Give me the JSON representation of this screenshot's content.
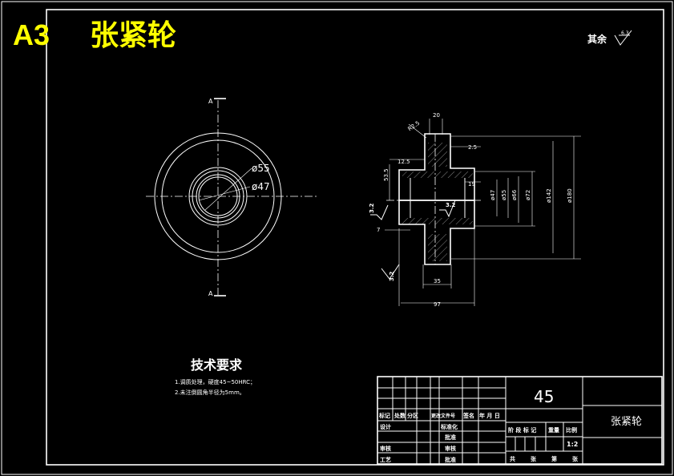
{
  "title": {
    "code": "A3",
    "name": "张紧轮"
  },
  "roughness_note": {
    "label": "其余",
    "value": "6.3"
  },
  "section_label": "A",
  "front_view": {
    "inner_diameter": "ø47",
    "outer_diameter": "ø55"
  },
  "section_dims": {
    "chamfer": "R2.5",
    "top_width": "20",
    "step_2_5": "2.5",
    "left_offset": "12.5",
    "height_53_5": "53.5",
    "inner_19": "19",
    "d47": "ø47",
    "d55": "ø55",
    "d66": "ø66",
    "d72": "ø72",
    "d142": "ø142",
    "d180": "ø180",
    "depth_7": "7",
    "hub_width": "35",
    "total_width": "97",
    "rough_a": "3.2",
    "rough_b": "3.2",
    "rough_c": "3.2"
  },
  "tech_requirements": {
    "heading": "技术要求",
    "items": [
      "1.调质处理，硬度45~50HRC；",
      "2.未注倒圆角半径为5mm。"
    ]
  },
  "title_block": {
    "material": "45",
    "part_name": "张紧轮",
    "rev_headers": [
      "标记",
      "处数",
      "分区",
      "更改文件号",
      "签名",
      "年 月 日"
    ],
    "left_rows": [
      "设计",
      "审核",
      "工艺"
    ],
    "mid_rows": [
      "标准化",
      "批准",
      "审核",
      "批准"
    ],
    "stage_headers": [
      "阶 段 标 记",
      "重量",
      "比例"
    ],
    "scale": "1:2",
    "sheet_info": [
      "共",
      "张",
      "第",
      "张"
    ]
  }
}
